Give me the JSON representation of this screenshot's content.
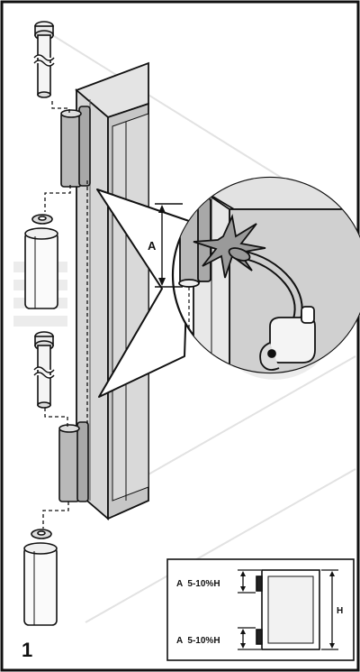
{
  "step_number": "1",
  "detail_label_a": "A",
  "inset": {
    "top_label": "A  5-10%H",
    "bottom_label": "A  5-10%H",
    "height_label": "H"
  },
  "colors": {
    "outline": "#111111",
    "hinge_fill": "#b9b9b9",
    "frame_light": "#dcdcdc",
    "frame_mid": "#c4c4c4",
    "watermark": "#ececec"
  }
}
